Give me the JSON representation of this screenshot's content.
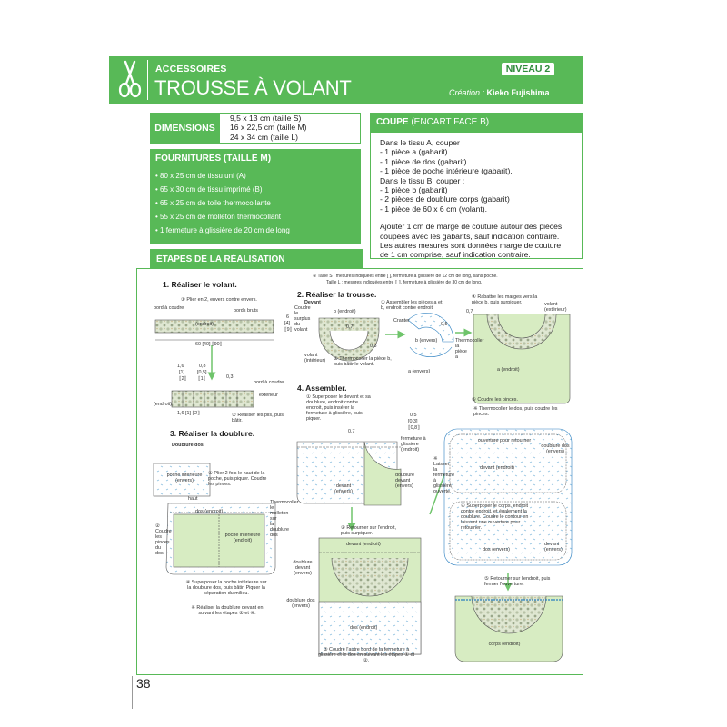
{
  "header": {
    "category": "ACCESSOIRES",
    "title": "TROUSSE À VOLANT",
    "level": "NIVEAU 2",
    "creation_label": "Création :",
    "creator": "Kieko Fujishima"
  },
  "dimensions": {
    "label": "DIMENSIONS",
    "values": [
      "9,5 x 13 cm (taille S)",
      "16 x 22,5 cm (taille M)",
      "24 x 34 cm (taille L)"
    ]
  },
  "fournitures": {
    "title": "FOURNITURES (TAILLE M)",
    "items": [
      "80 x 25 cm de tissu uni (A)",
      "65 x 30 cm de tissu imprimé (B)",
      "65 x 25 cm de toile thermocollante",
      "55 x 25 cm de molleton thermocollant",
      "1 fermeture à glissière de 20 cm de long"
    ]
  },
  "coupe": {
    "title": "COUPE",
    "subtitle": "(ENCART FACE B)",
    "lines": [
      "Dans le tissu A, couper :",
      "- 1 pièce a (gabarit)",
      "- 1 pièce de dos (gabarit)",
      "- 1 pièce de poche intérieure (gabarit).",
      "Dans le tissu B, couper :",
      "- 1 pièce b (gabarit)",
      "- 2 pièces de doublure corps (gabarit)",
      "- 1 pièce de 60 x 6 cm (volant).",
      "",
      "Ajouter 1 cm de marge de couture autour des pièces",
      "coupées avec les gabarits, sauf indication contraire.",
      "Les autres mesures sont données marge de couture",
      "de 1 cm comprise, sauf indication contraire."
    ]
  },
  "etapes": {
    "title": "ÉTAPES DE LA RÉALISATION",
    "note1": "※ Taille S : mesures indiquées entre [ ], fermeture à glissière de 12 cm de long, sans poche.",
    "note2": "Taille L : mesures indiquées entre ⟦ ⟧, fermeture à glissière de 30 cm de long.",
    "s1": "1. Réaliser le volant.",
    "s1a": "① Plier en 2, envers contre envers.",
    "bord_couture": "bord à coudre",
    "bords_bruts": "bords bruts",
    "endroit": "(endroit)",
    "dim_60": "60 [40] ⟦90⟧",
    "dim_6": "6",
    "dim_4": "[4]",
    "dim_9": "⟦9⟧",
    "dim_16": "1,6",
    "dim_1": "[1]",
    "dim_2": "⟦2⟧",
    "dim_08": "0,8",
    "dim_05": "[0,5]",
    "dim_1b": "⟦1⟧",
    "dim_03": "0,3",
    "exterieur": "extérieur",
    "dim_16b": "1,6 [1] ⟦2⟧",
    "s1b": "② Réaliser les plis, puis bâtir.",
    "s2": "2. Réaliser la trousse.",
    "devant": "Devant",
    "b_endroit": "b (endroit)",
    "coudre_surplus": "Coudre le surplus du volant",
    "s2a": "① Assembler les pièces a et b, endroit contre endroit.",
    "cranter": "Cranter",
    "volant_int": "volant (intérieur)",
    "s2b": "② Thermocoller la pièce b, puis bâtir le volant.",
    "b_envers": "b (envers)",
    "a_envers": "a (envers)",
    "thermo_a": "Thermocoller la pièce a",
    "a_endroit": "a (endroit)",
    "s2c": "④ Rabattre les marges vers la pièce b, puis surpiquer.",
    "volant_ext": "volant (extérieur)",
    "s2d": "⑤ Coudre les pinces.",
    "s2e": "※ Thermocoller le dos, puis coudre les pinces.",
    "s3": "3. Réaliser la doublure.",
    "doublure_dos": "Doublure dos",
    "poche_int": "poche intérieure (envers)",
    "s3a": "① Plier 2 fois le haut de la poche, puis piquer. Coudre les pinces.",
    "haut": "haut",
    "dos_endroit": "dos (endroit)",
    "thermo_mol": "Thermocoller le molleton sur la doublure dos",
    "coudre_pinces": "② Coudre les pinces du dos",
    "poche_int_endroit": "poche intérieure (endroit)",
    "s3b": "④ Superposer la poche intérieure sur la doublure dos, puis bâtir. Piquer la séparation du milieu.",
    "s3c": "※ Réaliser la doublure devant en suivant les étapes ② et ④.",
    "s4": "4. Assembler.",
    "s4a": "① Superposer le devant et sa doublure, endroit contre endroit, puis insérer la fermeture à glissière, puis piquer.",
    "fermeture_endroit": "fermeture à glissière (endroit)",
    "doublure_devant_envers": "doublure devant (envers)",
    "devant_envers": "devant (envers)",
    "s4b": "② Retourner sur l'endroit, puis surpiquer.",
    "devant_endroit": "devant (endroit)",
    "doublure_devant_env2": "doublure devant (envers)",
    "doublure_dos_envers": "doublure dos (envers)",
    "dos_endroit2": "dos (endroit)",
    "s4c": "③ Coudre l'autre bord de la fermeture à glissière et le dos en suivant les étapes ① et ②.",
    "laisser_ouverte": "※ Laisser la fermeture à glissière ouverte.",
    "ouverture": "ouverture pour retourner",
    "doublure_dos_env3": "doublure dos (envers)",
    "devant_endroit2": "devant (endroit)",
    "s4d": "④ Superposer le corps, endroit contre endroit, et également la doublure. Coudre le contour en laissant une ouverture pour retourner.",
    "dos_envers": "dos (envers)",
    "devant_envers2": "devant (envers)",
    "s4e": "⑤ Retourner sur l'endroit, puis fermer l'ouverture.",
    "corps_endroit": "corps (endroit)",
    "dim_07": "0,7",
    "dim_05b": "0,5",
    "dim_05c": "[0,3]",
    "dim_05d": "⟦0,8⟧"
  },
  "page_number": "38",
  "colors": {
    "accent": "#58b957",
    "panel_light": "#e8f3df",
    "fabric_green": "#cfe7b8"
  }
}
